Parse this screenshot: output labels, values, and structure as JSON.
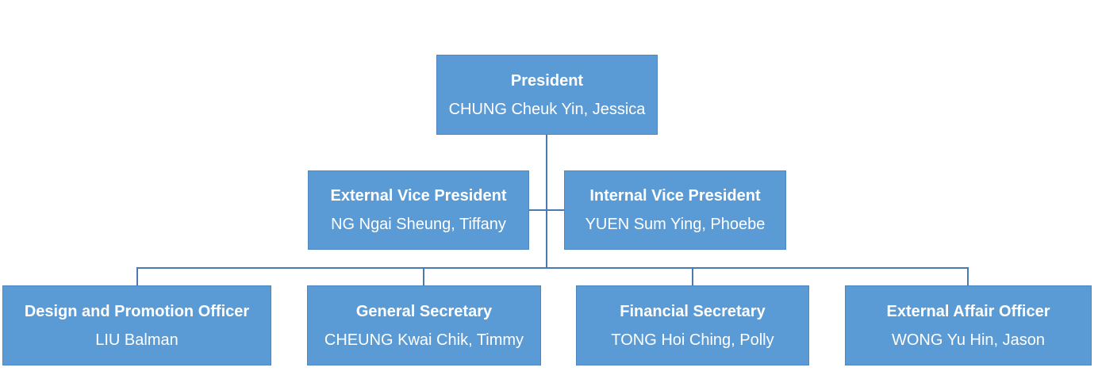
{
  "colors": {
    "box_fill": "#5b9bd5",
    "box_border": "#4f88c0",
    "connector": "#4a7ab3",
    "text": "#ffffff"
  },
  "president": {
    "title": "President",
    "name": "CHUNG Cheuk Yin, Jessica"
  },
  "vice_presidents": [
    {
      "title": "External Vice President",
      "name": "NG Ngai Sheung, Tiffany"
    },
    {
      "title": "Internal Vice President",
      "name": "YUEN Sum Ying, Phoebe"
    }
  ],
  "officers": [
    {
      "title": "Design and Promotion Officer",
      "name": "LIU Balman"
    },
    {
      "title": "General Secretary",
      "name": "CHEUNG Kwai Chik, Timmy"
    },
    {
      "title": "Financial Secretary",
      "name": "TONG Hoi Ching, Polly"
    },
    {
      "title": "External Affair Officer",
      "name": "WONG Yu Hin, Jason"
    }
  ]
}
